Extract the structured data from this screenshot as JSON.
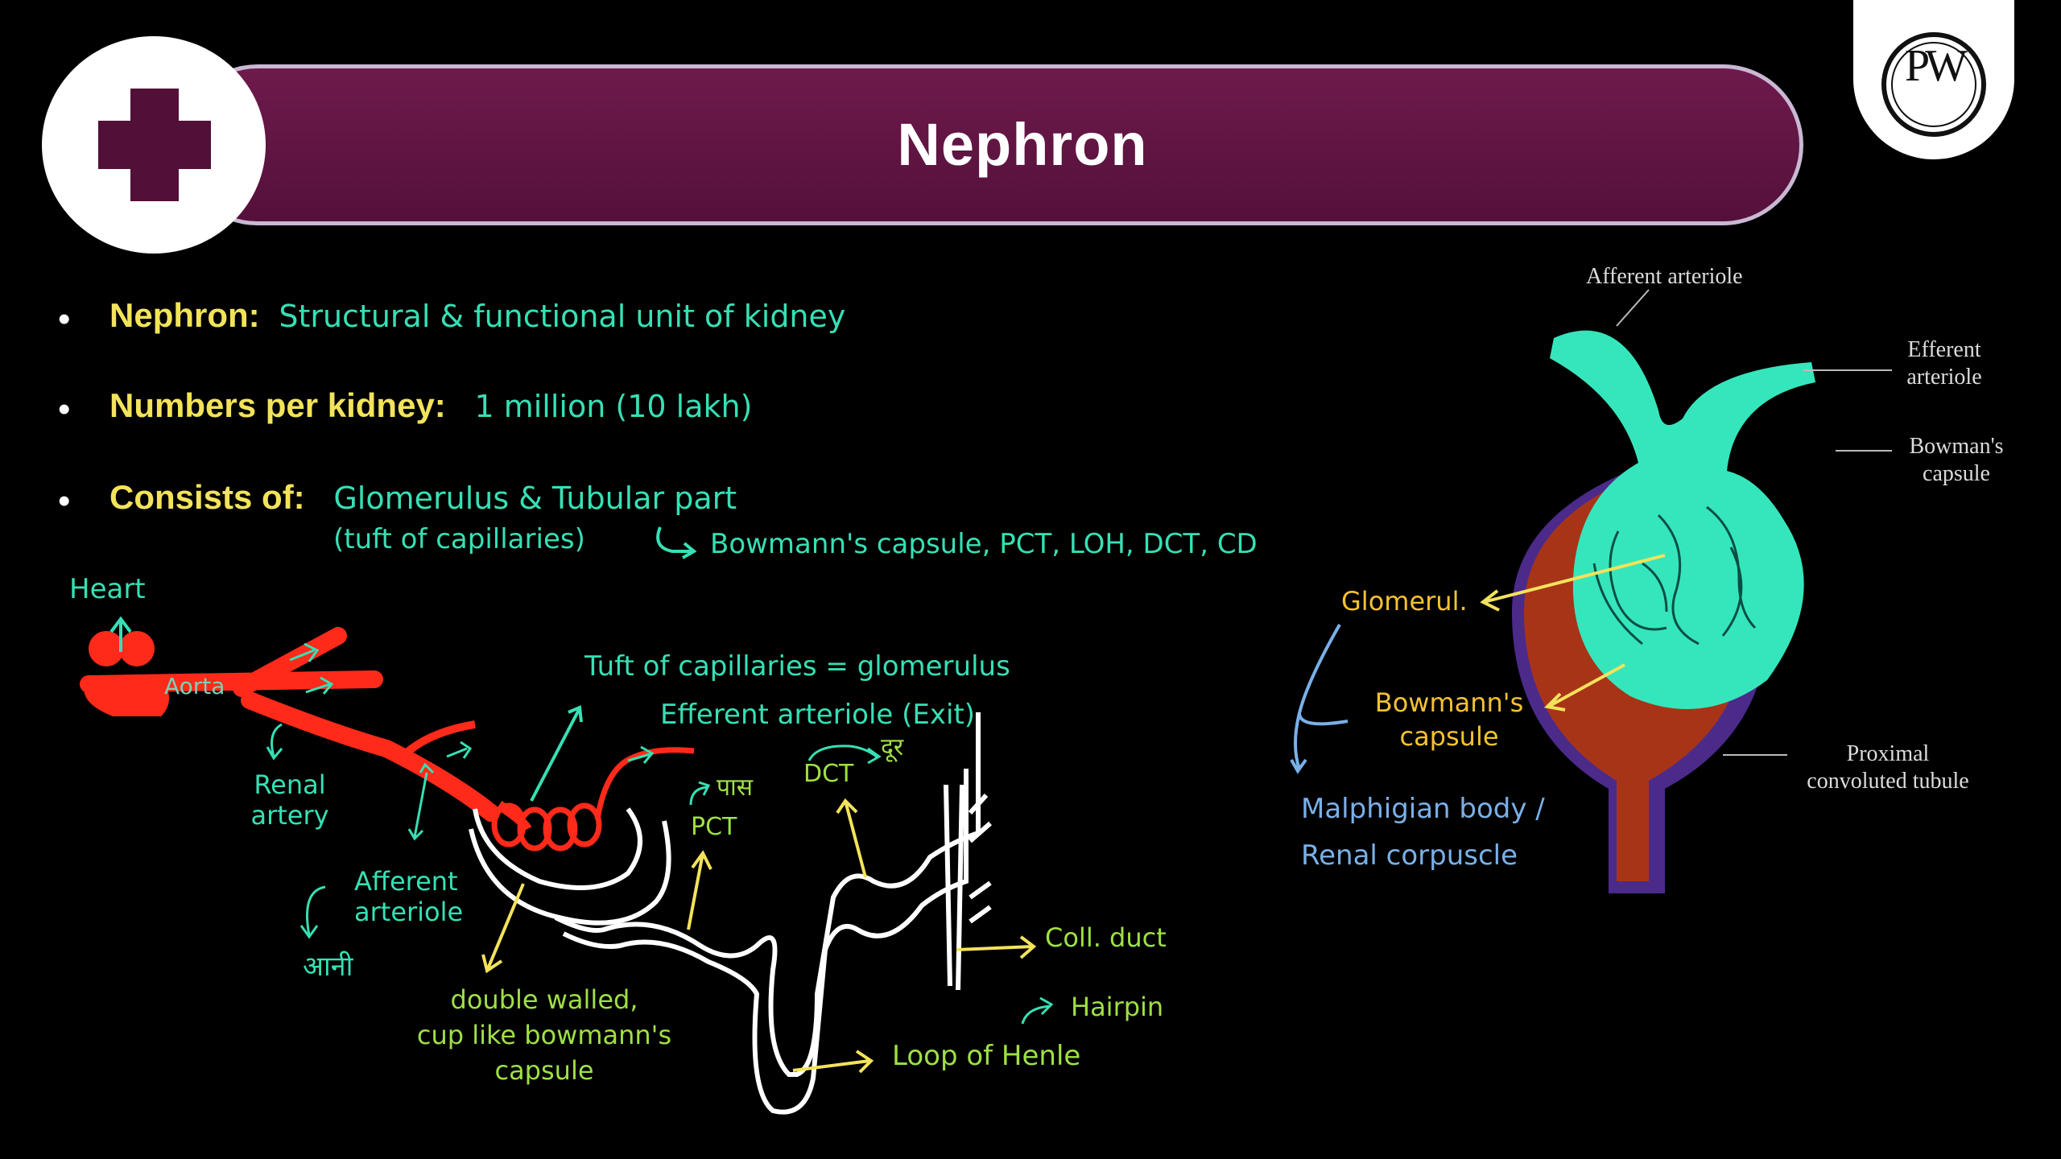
{
  "header": {
    "title": "Nephron"
  },
  "logo": {
    "letters": "PW"
  },
  "bullets": [
    {
      "label": "Nephron:",
      "text": "Structural & functional unit of kidney"
    },
    {
      "label": "Numbers per kidney:",
      "text": "1 million (10 lakh)"
    },
    {
      "label": "Consists of:",
      "text": "Glomerulus & Tubular part"
    }
  ],
  "consists_sub": {
    "left": "(tuft of capillaries)",
    "right": "Bowmann's capsule, PCT, LOH, DCT, CD"
  },
  "sketch": {
    "heart": "Heart",
    "aorta": "Aorta",
    "renal_artery_1": "Renal",
    "renal_artery_2": "artery",
    "afferent_1": "Afferent",
    "afferent_2": "arteriole",
    "aani": "आनी",
    "tuft": "Tuft of capillaries = glomerulus",
    "efferent": "Efferent arteriole (Exit)",
    "paas": "पास",
    "pct": "PCT",
    "dct": "DCT",
    "door": "दूर",
    "coll_duct": "Coll. duct",
    "double_1": "double walled,",
    "double_2": "cup like bowmann's",
    "double_3": "capsule",
    "loop": "Loop of Henle",
    "hairpin": "Hairpin"
  },
  "diagram": {
    "afferent": "Afferent arteriole",
    "efferent_1": "Efferent",
    "efferent_2": "arteriole",
    "bowman_1": "Bowman's",
    "bowman_2": "capsule",
    "proximal_1": "Proximal",
    "proximal_2": "convoluted tubule",
    "glomerul": "Glomerul.",
    "bowmans_cap_1": "Bowmann's",
    "bowmans_cap_2": "capsule",
    "malp_1": "Malphigian body /",
    "malp_2": "Renal corpuscle"
  },
  "colors": {
    "banner": "#5e1242",
    "teal": "#36e0b4",
    "red": "#ff2a1a",
    "capsule": "#a83418",
    "purple": "#4b2a8a"
  }
}
